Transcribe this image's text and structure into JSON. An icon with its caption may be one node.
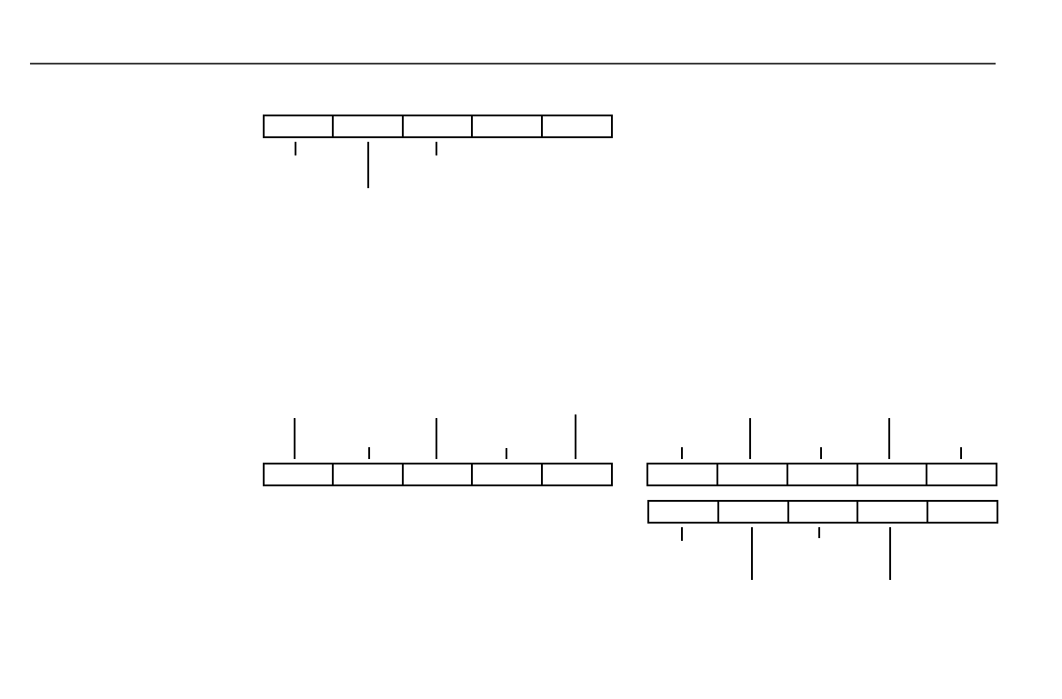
{
  "diagram": {
    "nodes": [
      {
        "text": [],
        "shape": "box"
      },
      {
        "text": [],
        "shape": "box"
      },
      {
        "text": [],
        "shape": "box"
      },
      {
        "text": [],
        "shape": "box"
      },
      {
        "text": [],
        "shape": "box"
      },
      {
        "text": [],
        "shape": "box"
      },
      {
        "text": [],
        "shape": "box"
      },
      {
        "text": [],
        "shape": "box"
      },
      {
        "text": [],
        "shape": "box"
      },
      {
        "text": [],
        "shape": "box"
      },
      {
        "text": [],
        "shape": "box"
      },
      {
        "text": [],
        "shape": "box"
      },
      {
        "text": [],
        "shape": "box"
      },
      {
        "text": [],
        "shape": "box"
      },
      {
        "text": [],
        "shape": "box"
      },
      {
        "text": [],
        "shape": "box"
      },
      {
        "text": [],
        "shape": "box"
      },
      {
        "text": [],
        "shape": "box"
      },
      {
        "text": [],
        "shape": "box"
      },
      {
        "text": [],
        "shape": "box"
      }
    ],
    "edges": [
      {
        "from": null,
        "to": 0,
        "arrow": "none"
      },
      {
        "from": null,
        "to": 1,
        "arrow": "none"
      },
      {
        "from": null,
        "to": 2,
        "arrow": "none"
      },
      {
        "from": null,
        "to": 5,
        "arrow": "none"
      },
      {
        "from": null,
        "to": 6,
        "arrow": "none"
      },
      {
        "from": null,
        "to": 7,
        "arrow": "none"
      },
      {
        "from": null,
        "to": 8,
        "arrow": "none"
      },
      {
        "from": null,
        "to": 9,
        "arrow": "none"
      },
      {
        "from": null,
        "to": 10,
        "arrow": "none"
      },
      {
        "from": null,
        "to": 11,
        "arrow": "none"
      },
      {
        "from": null,
        "to": 12,
        "arrow": "none"
      },
      {
        "from": null,
        "to": 13,
        "arrow": "none"
      },
      {
        "from": null,
        "to": 14,
        "arrow": "none"
      },
      {
        "from": null,
        "to": 15,
        "arrow": "none"
      },
      {
        "from": null,
        "to": 16,
        "arrow": "none"
      },
      {
        "from": null,
        "to": 17,
        "arrow": "none"
      },
      {
        "from": null,
        "to": 18,
        "arrow": "none"
      }
    ]
  }
}
